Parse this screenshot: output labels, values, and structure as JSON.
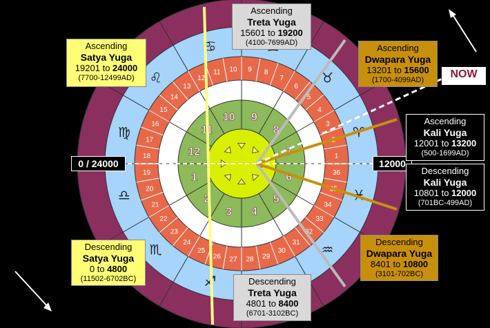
{
  "signs": [
    "♈",
    "♉",
    "♊",
    "♋",
    "♌",
    "♍",
    "♎",
    "♏",
    "♐",
    "♑",
    "♒",
    "♓"
  ],
  "outer_numbers": [
    "1",
    "2",
    "3",
    "4",
    "5",
    "6",
    "7",
    "8",
    "9",
    "10",
    "11",
    "12",
    "13",
    "14",
    "15",
    "16",
    "17",
    "18",
    "19",
    "20",
    "21",
    "22",
    "23",
    "24",
    "25",
    "26",
    "27",
    "28",
    "29",
    "30",
    "31",
    "32",
    "33",
    "34",
    "35",
    "36"
  ],
  "inner_numbers": [
    "1",
    "2",
    "3",
    "4",
    "5",
    "6",
    "7",
    "8",
    "9",
    "10",
    "11",
    "12"
  ],
  "axis_left": "0 / 24000",
  "axis_right": "12000",
  "now_label": "NOW",
  "colors": {
    "rim": "#8b2f5f",
    "signs_band": "#a6d4fa",
    "numbers_band": "#e8694a",
    "white_band": "#ffffff",
    "inner_band": "#8dba5a",
    "center": "#d8f000"
  },
  "boxes": {
    "asc_satya": {
      "l1": "Ascending",
      "l2": "Satya Yuga",
      "a": "19201",
      "b": "24000",
      "yrs": "(7700-12499AD)"
    },
    "asc_treta": {
      "l1": "Ascending",
      "l2": "Treta Yuga",
      "a": "15601",
      "b": "19200",
      "yrs": "(4100-7699AD)"
    },
    "asc_dwapara": {
      "l1": "Ascending",
      "l2": "Dwapara Yuga",
      "a": "13201",
      "b": "15600",
      "yrs": "(1700-4099AD)"
    },
    "asc_kali": {
      "l1": "Ascending",
      "l2": "Kali Yuga",
      "a": "12001",
      "b": "13200",
      "yrs": "(500-1699AD)"
    },
    "desc_kali": {
      "l1": "Descending",
      "l2": "Kali Yuga",
      "a": "10801",
      "b": "12000",
      "yrs": "(701BC-499AD)"
    },
    "desc_dwapara": {
      "l1": "Descending",
      "l2": "Dwapara Yuga",
      "a": "8401",
      "b": "10800",
      "yrs": "(3101-702BC)"
    },
    "desc_treta": {
      "l1": "Descending",
      "l2": "Treta Yuga",
      "a": "4801",
      "b": "8400",
      "yrs": "(6701-3102BC)"
    },
    "desc_satya": {
      "l1": "Descending",
      "l2": "Satya Yuga",
      "a": "0",
      "b": "4800",
      "yrs": "(11502-6702BC)"
    },
    "to_word": "to"
  }
}
